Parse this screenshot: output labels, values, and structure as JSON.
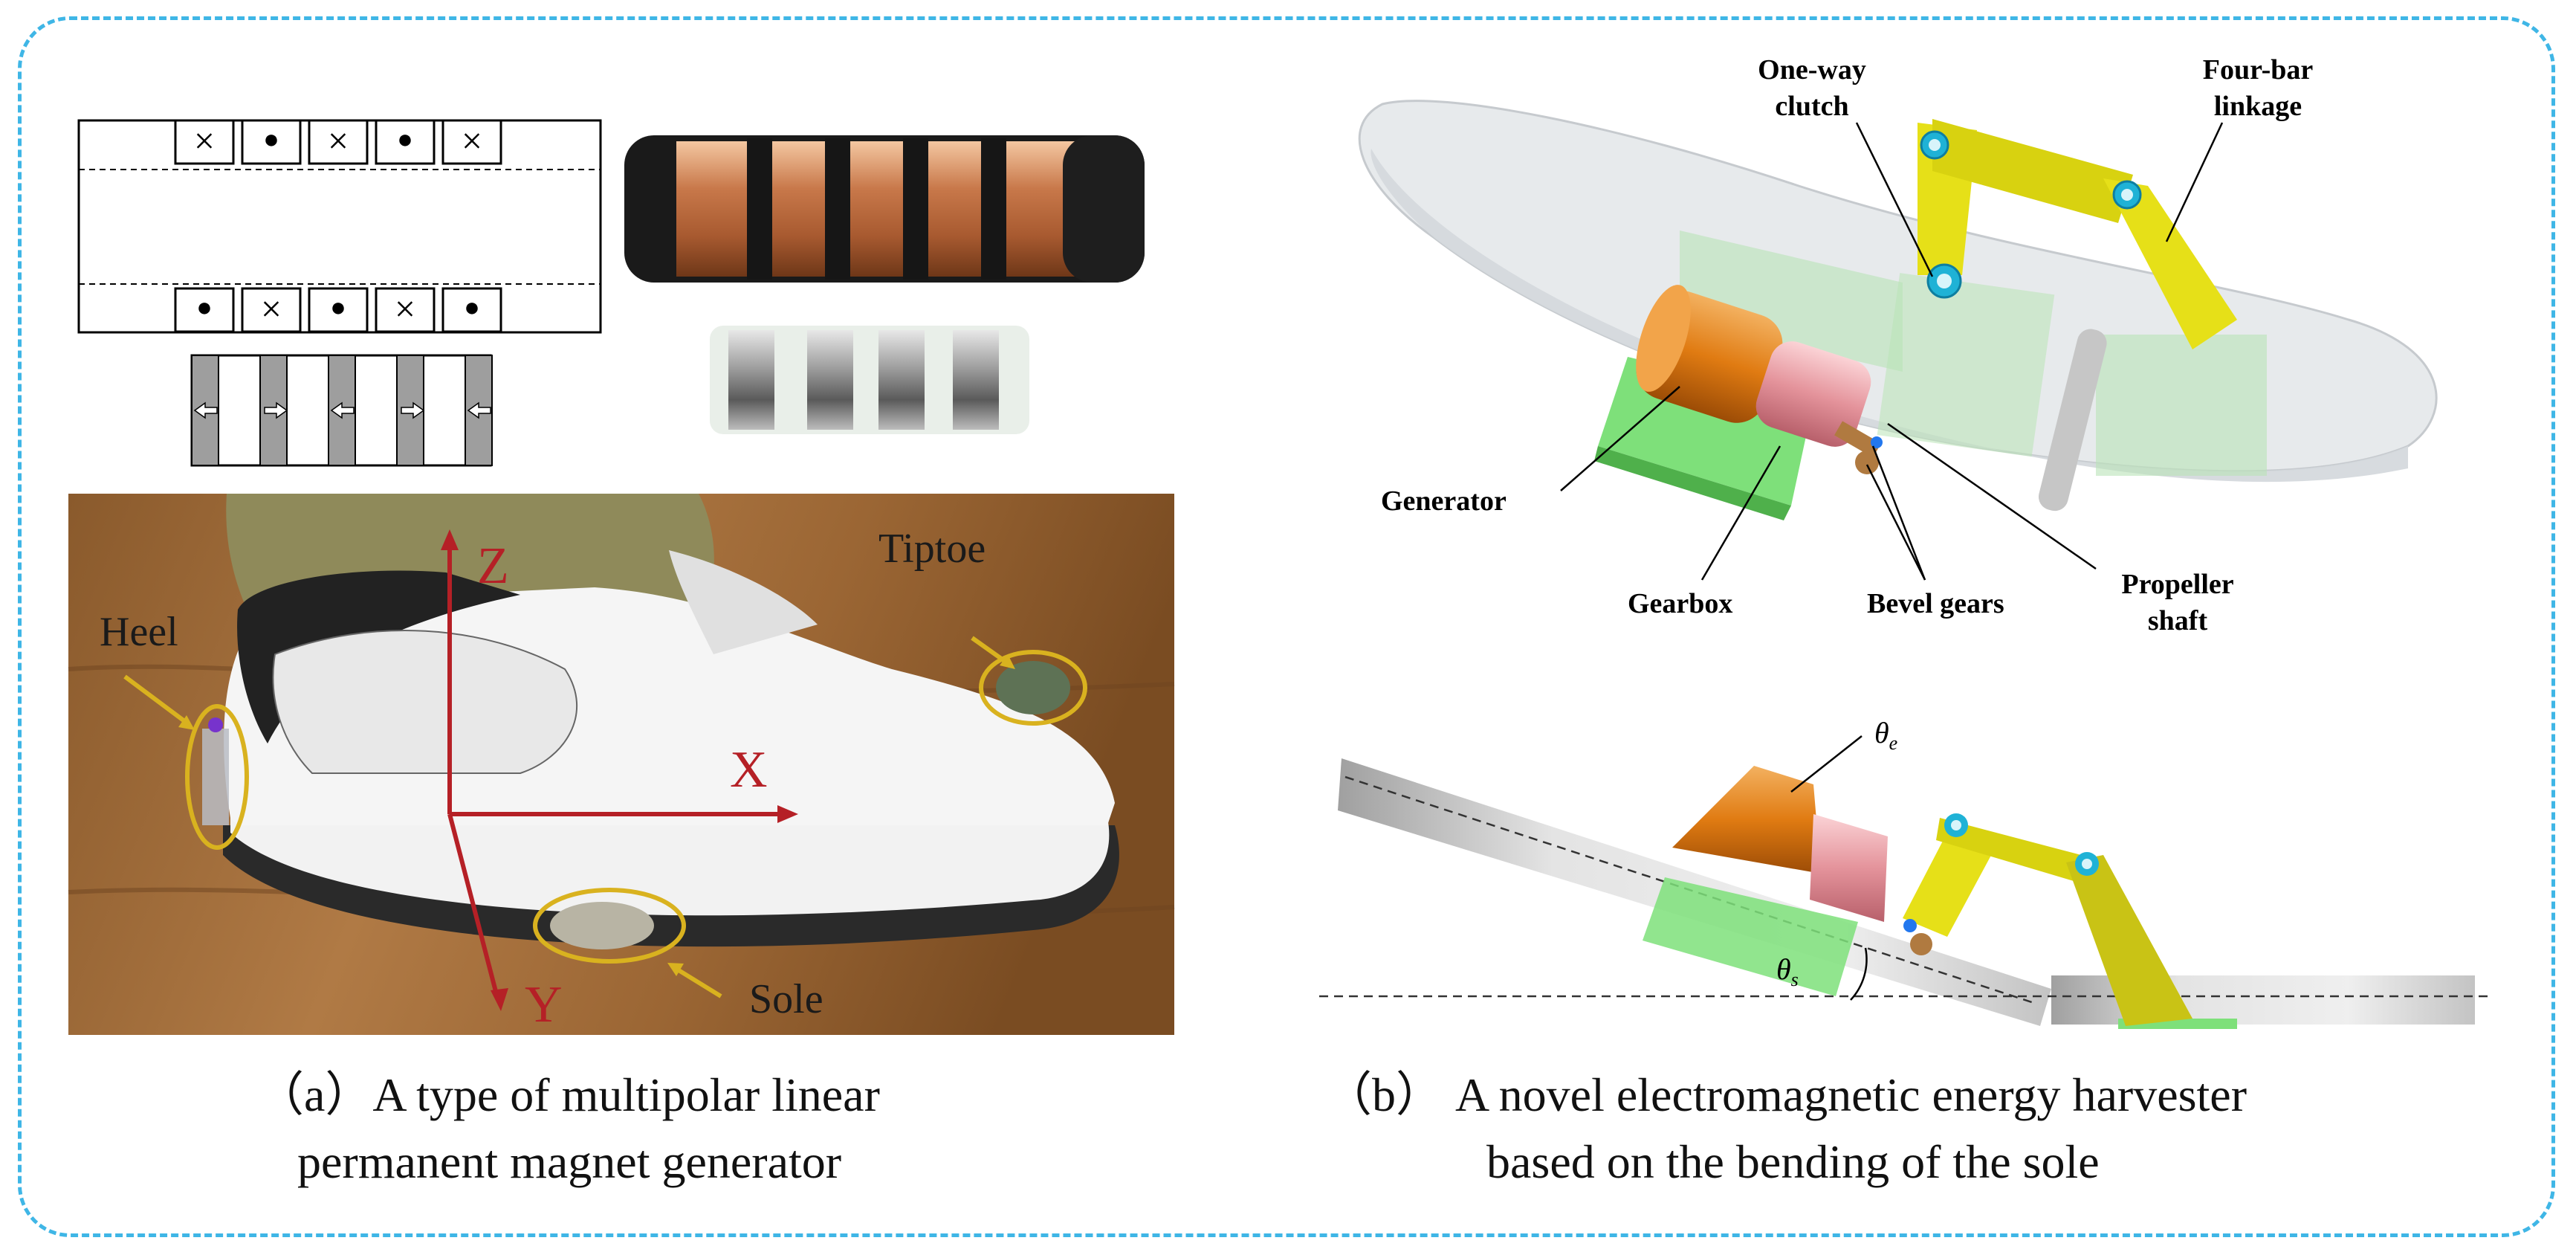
{
  "panel_a": {
    "photo_labels": {
      "heel": "Heel",
      "tiptoe": "Tiptoe",
      "sole": "Sole",
      "axis_z": "Z",
      "axis_x": "X",
      "axis_y": "Y"
    },
    "caption_line1": "（a）A type of multipolar linear",
    "caption_line2": "permanent magnet generator",
    "coil_marks_top": [
      "×",
      "●",
      "×",
      "●",
      "×"
    ],
    "coil_marks_bottom": [
      "●",
      "×",
      "●",
      "×",
      "●"
    ]
  },
  "panel_b": {
    "labels": {
      "one_way_clutch_1": "One-way",
      "one_way_clutch_2": "clutch",
      "four_bar_1": "Four-bar",
      "four_bar_2": "linkage",
      "generator": "Generator",
      "gearbox": "Gearbox",
      "bevel_gears": "Bevel gears",
      "propeller_1": "Propeller",
      "propeller_2": "shaft",
      "theta_e": "θ",
      "theta_e_sub": "e",
      "theta_s": "θ",
      "theta_s_sub": "s"
    },
    "caption_line1": "（b） A novel electromagnetic energy harvester",
    "caption_line2": "based on the bending of the sole"
  },
  "colors": {
    "frame": "#3fb6e6",
    "linkage": "#e6e018",
    "joint": "#1fb2d6",
    "generator": "#e07b12",
    "gearbox": "#e4939b",
    "base": "#7ee07a",
    "axis": "#b52026",
    "highlight": "#d9b21f"
  }
}
